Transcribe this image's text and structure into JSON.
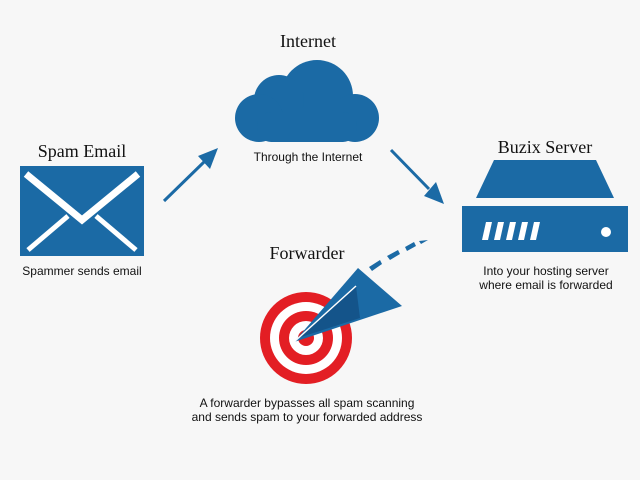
{
  "nodes": {
    "spam": {
      "title": "Spam Email",
      "caption": "Spammer sends email"
    },
    "internet": {
      "title": "Internet",
      "caption": "Through the Internet"
    },
    "server": {
      "title": "Buzix Server",
      "caption_line1": "Into your hosting server",
      "caption_line2": "where email is forwarded"
    },
    "forwarder": {
      "title": "Forwarder",
      "caption_line1": "A forwarder bypasses all spam scanning",
      "caption_line2": "and sends spam to your forwarded address"
    }
  },
  "icons": {
    "envelope": "envelope-icon",
    "cloud": "cloud-icon",
    "server": "server-icon",
    "target": "target-icon",
    "paper_plane": "paper-plane-icon",
    "arrow_up": "arrow-icon",
    "arrow_down": "arrow-icon"
  },
  "colors": {
    "blue": "#1b6aa5",
    "red": "#e31e24",
    "white": "#ffffff",
    "text": "#111111",
    "background": "#f7f7f7"
  }
}
